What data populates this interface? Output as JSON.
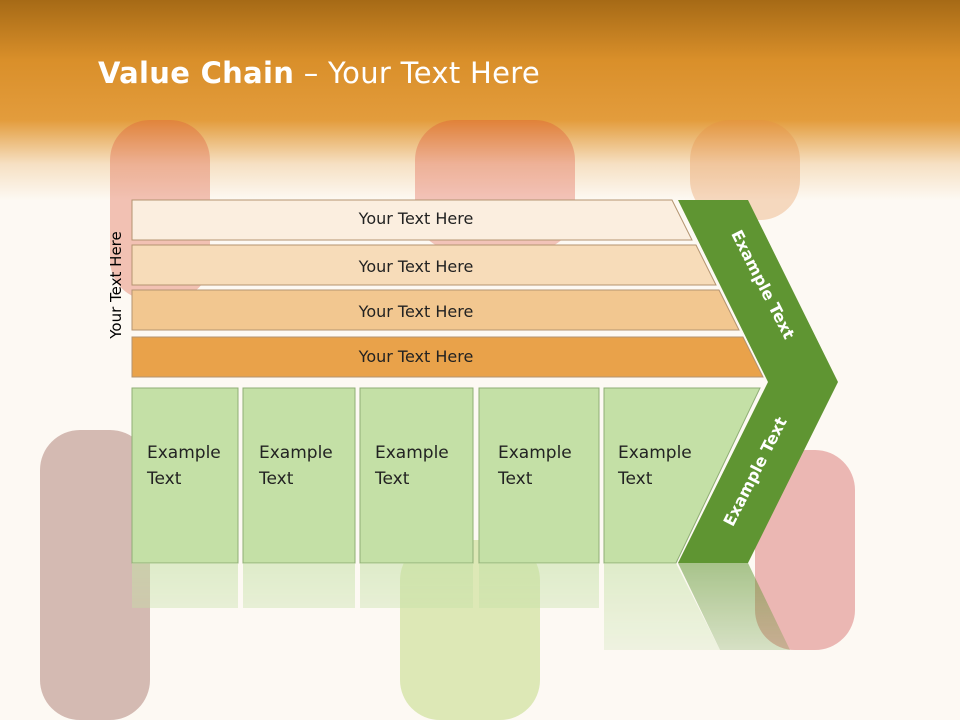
{
  "title": {
    "bold": "Value Chain",
    "rest": " – Your Text Here"
  },
  "side_label": "Your Text Here",
  "bars": [
    {
      "label": "Your Text Here",
      "color": "#fbeedf"
    },
    {
      "label": "Your Text Here",
      "color": "#f7dcb9"
    },
    {
      "label": "Your Text Here",
      "color": "#f2c790"
    },
    {
      "label": "Your Text Here",
      "color": "#e9a24a"
    }
  ],
  "boxes": [
    {
      "line1": "Example",
      "line2": "Text"
    },
    {
      "line1": "Example",
      "line2": "Text"
    },
    {
      "line1": "Example",
      "line2": "Text"
    },
    {
      "line1": "Example",
      "line2": "Text"
    },
    {
      "line1": "Example",
      "line2": "Text"
    }
  ],
  "chevron": {
    "top_label": "Example Text",
    "bottom_label": "Example Text",
    "color": "#5f9532"
  },
  "colors": {
    "box_fill": "#c4e0a6",
    "box_stroke": "#8fae75",
    "bar_stroke": "#b49470"
  }
}
